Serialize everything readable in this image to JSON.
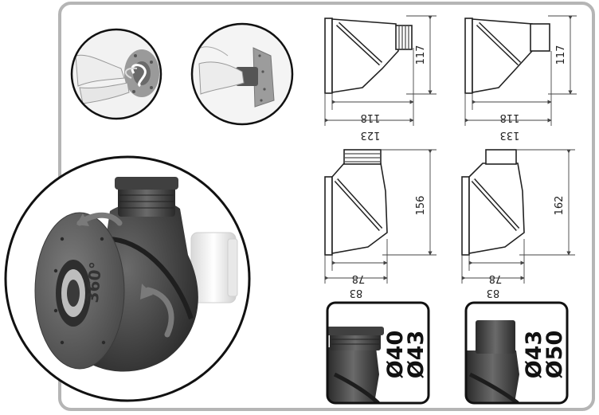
{
  "rotation": {
    "text": "360°"
  },
  "drawings": [
    {
      "id": "side-a",
      "height": "117",
      "inner_width": "118",
      "outer_width": "123"
    },
    {
      "id": "side-b",
      "height": "117",
      "inner_width": "118",
      "outer_width": "133"
    },
    {
      "id": "front-a",
      "height": "156",
      "inner_width": "78",
      "outer_width": "83"
    },
    {
      "id": "front-b",
      "height": "162",
      "inner_width": "78",
      "outer_width": "83"
    }
  ],
  "pipe_options": [
    {
      "id": "threaded",
      "sizes": [
        "Ø40",
        "Ø43"
      ]
    },
    {
      "id": "smooth",
      "sizes": [
        "Ø43",
        "Ø50"
      ]
    }
  ],
  "colors": {
    "frame": "#b5b5b5",
    "body": "#3c3c3c",
    "flange": "#5a5a5a",
    "arrow": "#7a7a7a"
  }
}
